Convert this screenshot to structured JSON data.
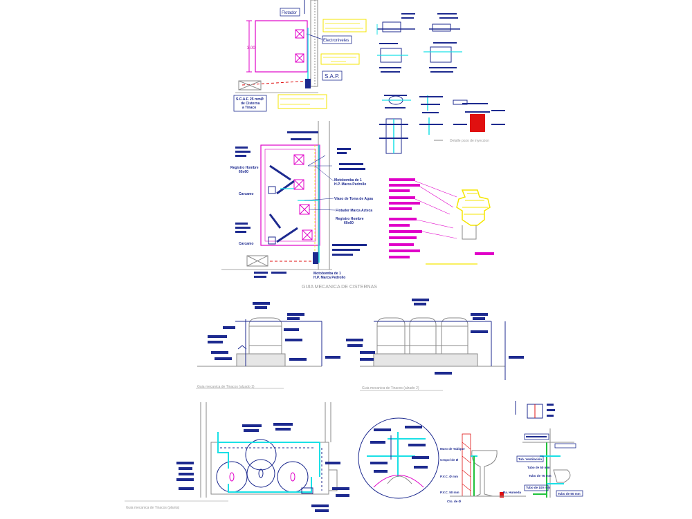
{
  "plan_cisterna": {
    "flotador_label": "Flotador",
    "electroniveles_label": "Electroniveles",
    "sap_label": "S.A.P.",
    "dimension": "3.00",
    "scaf_label_lines": [
      "S.C.A.F. 25 mmØ",
      "de Cisterna",
      "a Tinaco"
    ]
  },
  "guia_cisternas": {
    "caption": "GUIA MECANICA DE CISTERNAS",
    "registro_hombre_1": [
      "Registro Hombre",
      "60x60"
    ],
    "carcamo_1": "Carcamo",
    "carcamo_2": "Carcamo",
    "motobomba_1": [
      "Motobomba de 1",
      "H.P. Marca Pedrollo"
    ],
    "valvula_toma": "Vlaso de Toma de Agua",
    "flotador_marca": "Flotador Marca Azteca",
    "registro_hombre_2": [
      "Registro Hombre",
      "60x60"
    ],
    "motobomba_2": [
      "Motobomba de 1",
      "H.P. Marca Pedrollo"
    ]
  },
  "detalle_pozo": {
    "caption": "Detalle pozo de inyeccion"
  },
  "tinacos": {
    "caption_alzado1": "Guia mecanica de Tinacos (alzado 1)",
    "caption_alzado2": "Guia mecanica de Tinacos (alzado 2)",
    "caption_planta": "Guia mecanica de Tinacos (planta)"
  },
  "lavabo": {
    "label_taladro": "Muro de Tabique",
    "label_cespol": "Cespol de Ø",
    "label_pvc": "P.V.C. Ø mm",
    "label_pvc2": "P.V.C. 50 mm",
    "label_bajada": "Ba. Humeda",
    "label_cto": "Cto. de Ø"
  },
  "wc": {
    "label_ventila": "Tub. Ventilación",
    "label_tubo1": "Tubo de 50 mm",
    "label_tubo2": "Tubo de 75 mm",
    "label_tubo3": "Tubo de 100 mm",
    "label_tubo4": "Tubo de 50 mm"
  },
  "colors": {
    "magenta": "#e000c8",
    "blue": "#1d2a8f",
    "cyan": "#19e0e6",
    "yellow": "#f5e600",
    "red": "#e01010",
    "green": "#1fc23a",
    "gray": "#8a8a8a"
  }
}
